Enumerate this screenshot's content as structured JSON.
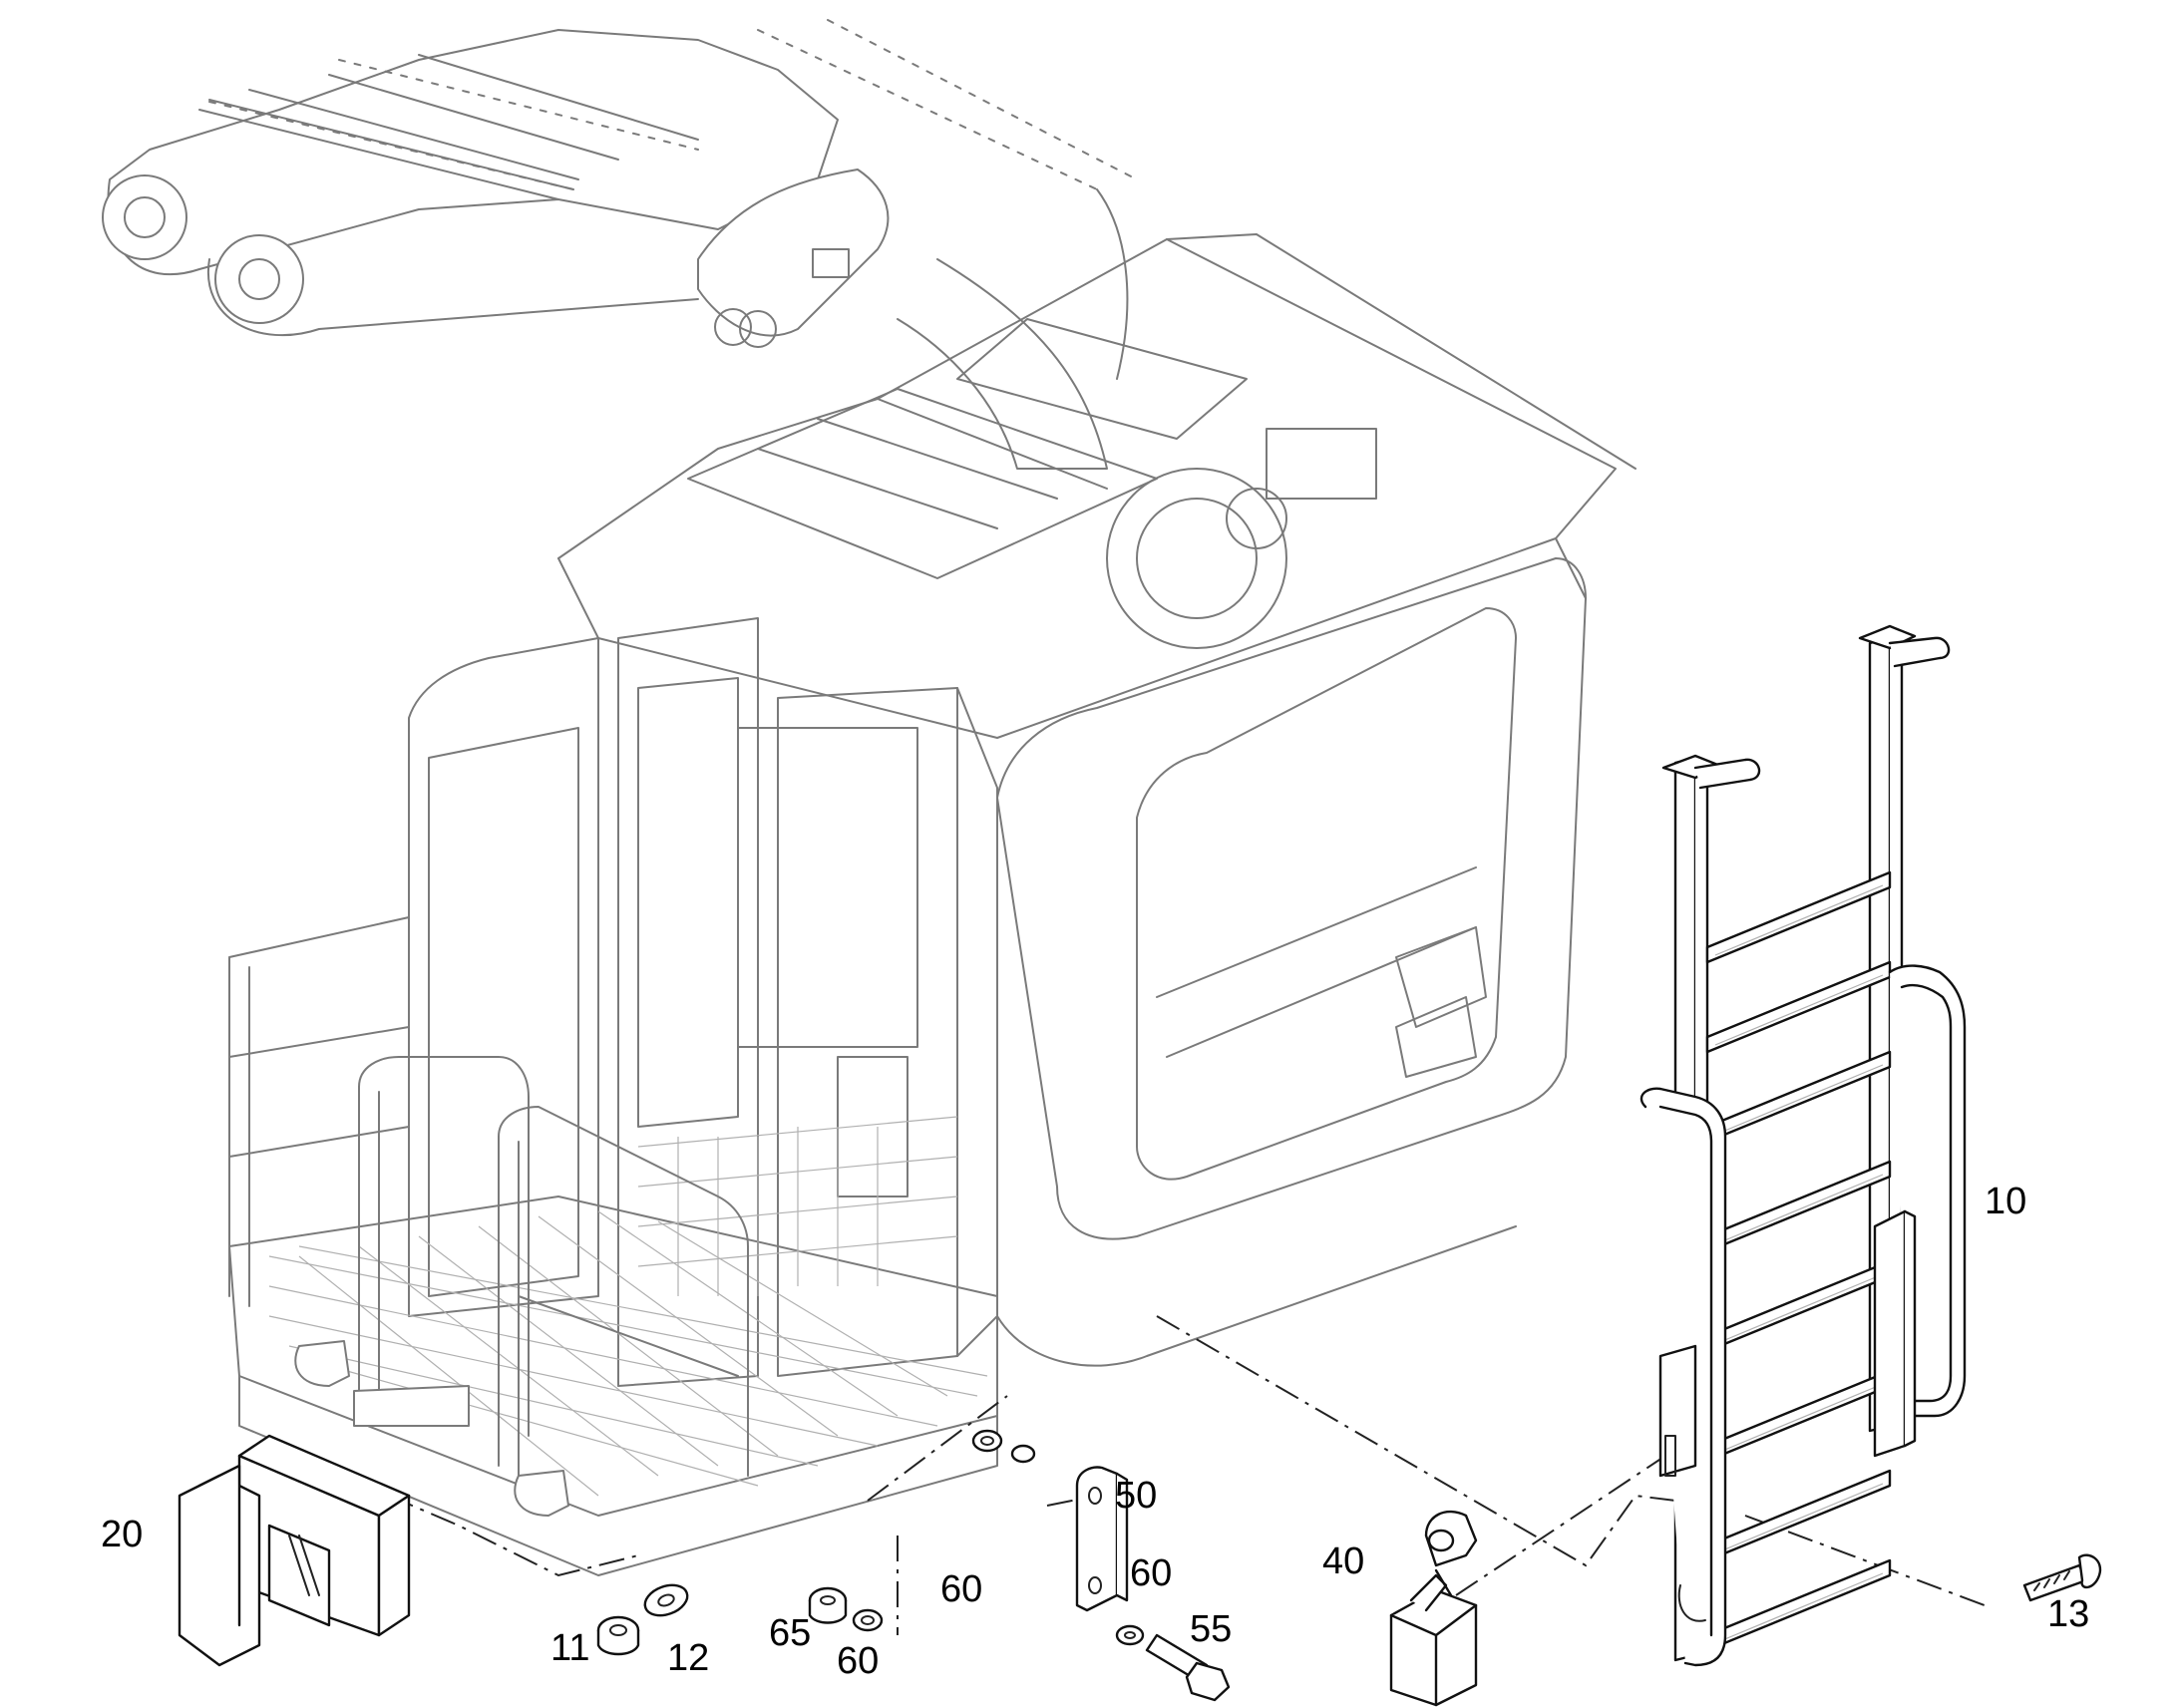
{
  "drawing": {
    "subject": "cab assembly exploded view with access ladder",
    "callouts": [
      {
        "id": "10",
        "label": "10"
      },
      {
        "id": "11",
        "label": "11"
      },
      {
        "id": "12",
        "label": "12"
      },
      {
        "id": "13",
        "label": "13"
      },
      {
        "id": "20",
        "label": "20"
      },
      {
        "id": "40",
        "label": "40"
      },
      {
        "id": "50",
        "label": "50"
      },
      {
        "id": "55",
        "label": "55"
      },
      {
        "id": "60a",
        "label": "60"
      },
      {
        "id": "60b",
        "label": "60"
      },
      {
        "id": "60c",
        "label": "60"
      },
      {
        "id": "65",
        "label": "65"
      }
    ]
  },
  "colors": {
    "primary_line": "#222222",
    "context_line": "#7a7a7a",
    "background": "#ffffff"
  }
}
